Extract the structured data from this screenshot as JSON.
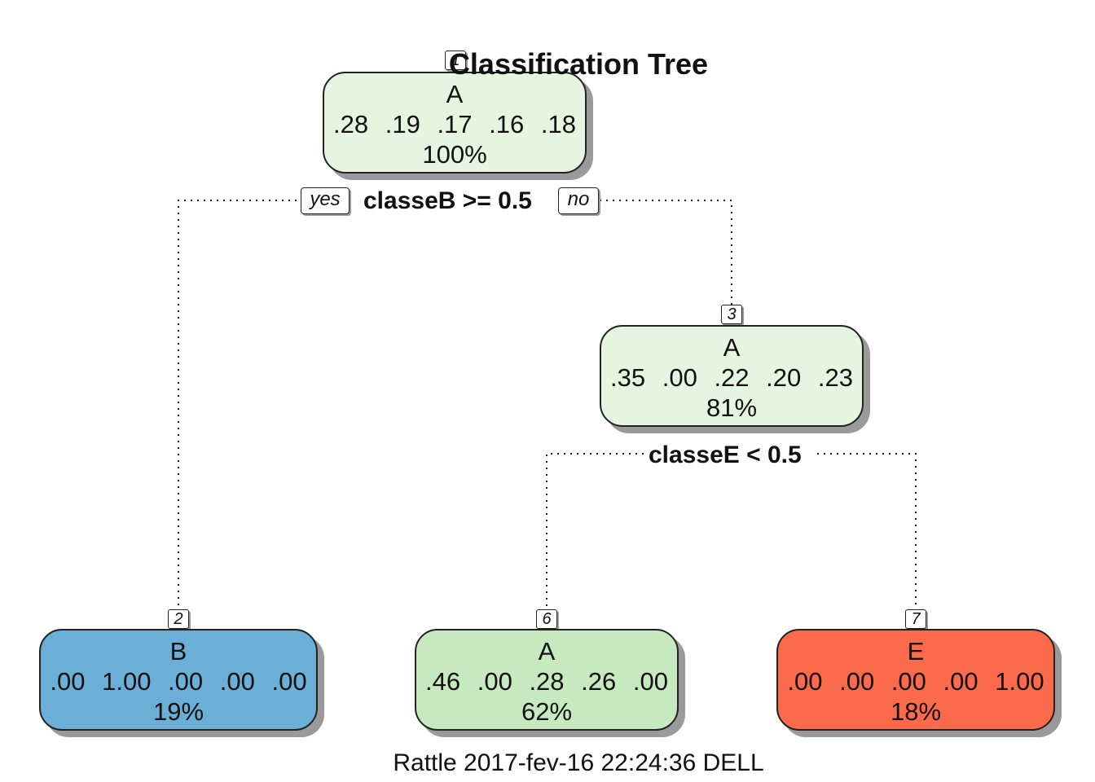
{
  "title": "Classification Tree",
  "footer": "Rattle 2017-fev-16 22:24:36 DELL",
  "colors": {
    "node1": "#e5f5e0",
    "node2": "#6baed6",
    "node3": "#e5f5e0",
    "node6": "#c7e9c0",
    "node7": "#fb6a4a",
    "edge": "#222222"
  },
  "edge_labels": {
    "yes": "yes",
    "no": "no"
  },
  "splits": {
    "root": "classeB >= 0.5",
    "node3": "classeE < 0.5"
  },
  "nodes": {
    "n1": {
      "id": "1",
      "cls": "A",
      "probs": ".28 .19 .17 .16 .18",
      "pct": "100%"
    },
    "n2": {
      "id": "2",
      "cls": "B",
      "probs": ".00 1.00 .00 .00 .00",
      "pct": "19%"
    },
    "n3": {
      "id": "3",
      "cls": "A",
      "probs": ".35 .00 .22 .20 .23",
      "pct": "81%"
    },
    "n6": {
      "id": "6",
      "cls": "A",
      "probs": ".46 .00 .28 .26 .00",
      "pct": "62%"
    },
    "n7": {
      "id": "7",
      "cls": "E",
      "probs": ".00 .00 .00 .00 1.00",
      "pct": "18%"
    }
  }
}
